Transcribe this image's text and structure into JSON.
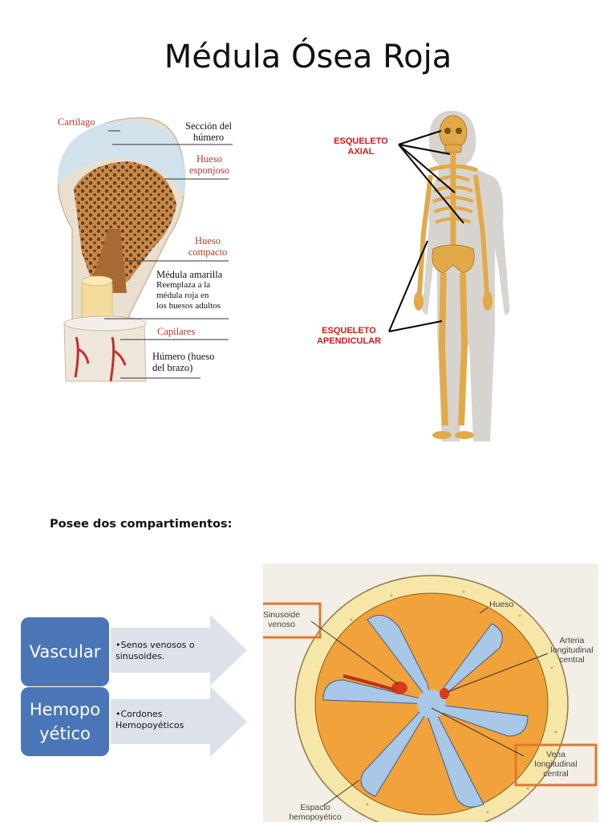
{
  "title": "Médula Ósea Roja",
  "bone_diagram": {
    "cartilago": "Cartílago",
    "seccion": [
      "Sección del",
      "húmero"
    ],
    "hueso_esponjoso": [
      "Hueso",
      "esponjoso"
    ],
    "hueso_compacto": [
      "Hueso",
      "compacto"
    ],
    "medula_amarilla": "Médula amarilla",
    "medula_desc": [
      "Reemplaza a la",
      "médula roja en",
      "los huesos adultos"
    ],
    "capilares": "Capilares",
    "humero": [
      "Húmero (hueso",
      "del brazo)"
    ],
    "colors": {
      "bone": "#eadfcf",
      "cartilage": "#cfe2f0",
      "spongy": "#a86a35",
      "marrow": "#f3dc9e",
      "vessel": "#c0312a"
    }
  },
  "skeleton_diagram": {
    "axial": [
      "ESQUELETO",
      "AXIAL"
    ],
    "apendicular": [
      "ESQUELETO",
      "APENDICULAR"
    ],
    "colors": {
      "bone": "#e2a948",
      "body": "#c9c6c0",
      "label": "#d11a1a"
    }
  },
  "compartments": {
    "subtitle": "Posee dos compartimentos:",
    "items": [
      {
        "label": "Vascular",
        "desc": [
          "•Senos venosos o",
          "sinusoides."
        ]
      },
      {
        "label": "Hemopoyético",
        "desc": [
          "•Cordones",
          "Hemopoyéticos"
        ]
      }
    ],
    "colors": {
      "box": "#4a76b8",
      "arrow": "#dde2ea"
    }
  },
  "cross_section": {
    "sinusoide": [
      "Sinusoide",
      "venoso"
    ],
    "hueso": "Hueso",
    "arteria": [
      "Arteria",
      "longitudinal",
      "central"
    ],
    "vena": [
      "Vena",
      "longitudinal",
      "central"
    ],
    "espacio": [
      "Espacio",
      "hemopoyético"
    ],
    "colors": {
      "bg": "#f3eee6",
      "bone": "#f6e7a8",
      "space": "#f2a23b",
      "sinus": "#a9c7e6",
      "artery": "#d83a1c",
      "box": "#e0782e"
    }
  }
}
